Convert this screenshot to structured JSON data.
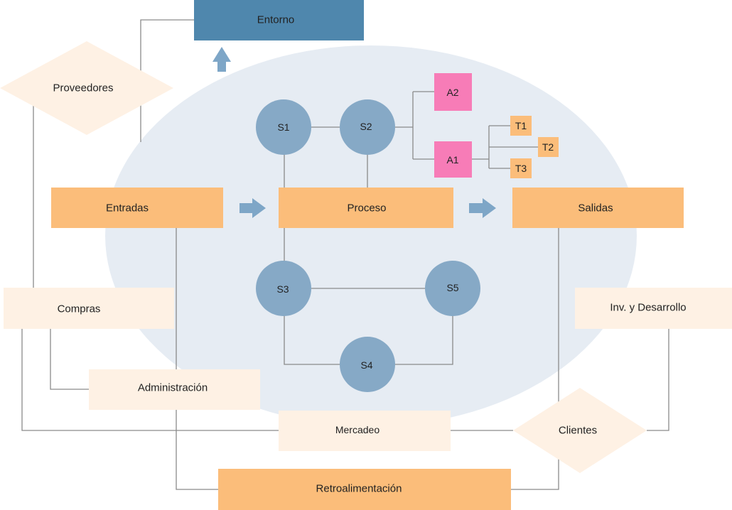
{
  "colors": {
    "environment_box": "#4f87ad",
    "system_ellipse": "#e6ecf3",
    "subsystem_circle": "#86a9c6",
    "main_box": "#fbbd7a",
    "light_box": "#fef1e4",
    "area_box": "#f77cb7",
    "task_box": "#fbbd7a",
    "arrow": "#7ea6c7",
    "connector": "#8a8a8a"
  },
  "labels": {
    "environment": "Entorno",
    "suppliers": "Proveedores",
    "inputs": "Entradas",
    "process": "Proceso",
    "outputs": "Salidas",
    "purchasing": "Compras",
    "administration": "Administración",
    "marketing": "Mercadeo",
    "clients": "Clientes",
    "feedback": "Retroalimentación",
    "research": "Inv.  y Desarrollo"
  },
  "subsystems": [
    "S1",
    "S2",
    "S3",
    "S4",
    "S5"
  ],
  "areas": [
    "A1",
    "A2"
  ],
  "tasks": [
    "T1",
    "T2",
    "T3"
  ]
}
